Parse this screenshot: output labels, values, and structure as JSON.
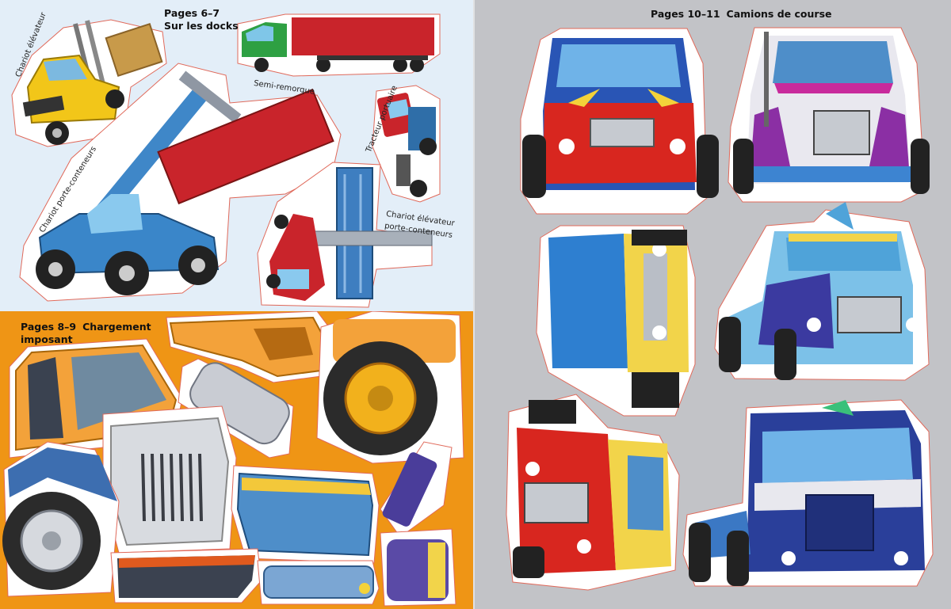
{
  "docks": {
    "pages": "Pages 6–7",
    "title": "Sur les docks",
    "captions": {
      "forklift": "Chariot élévateur",
      "semi": "Semi-remorque",
      "reach_stacker": "Chariot porte-conteneurs",
      "port_tractor": "Tracteur portuaire",
      "container_lift_1": "Chariot élévateur",
      "container_lift_2": "porte-conteneurs"
    }
  },
  "loading": {
    "pages": "Pages 8–9",
    "title_1": "Chargement",
    "title_2": "imposant"
  },
  "racing": {
    "pages": "Pages 10–11",
    "title": "Camions de course"
  },
  "colors": {
    "docks_bg": "#e3eef8",
    "loading_bg": "#ef9515",
    "racing_bg": "#c2c3c7",
    "cut_line": "#e0695a"
  }
}
